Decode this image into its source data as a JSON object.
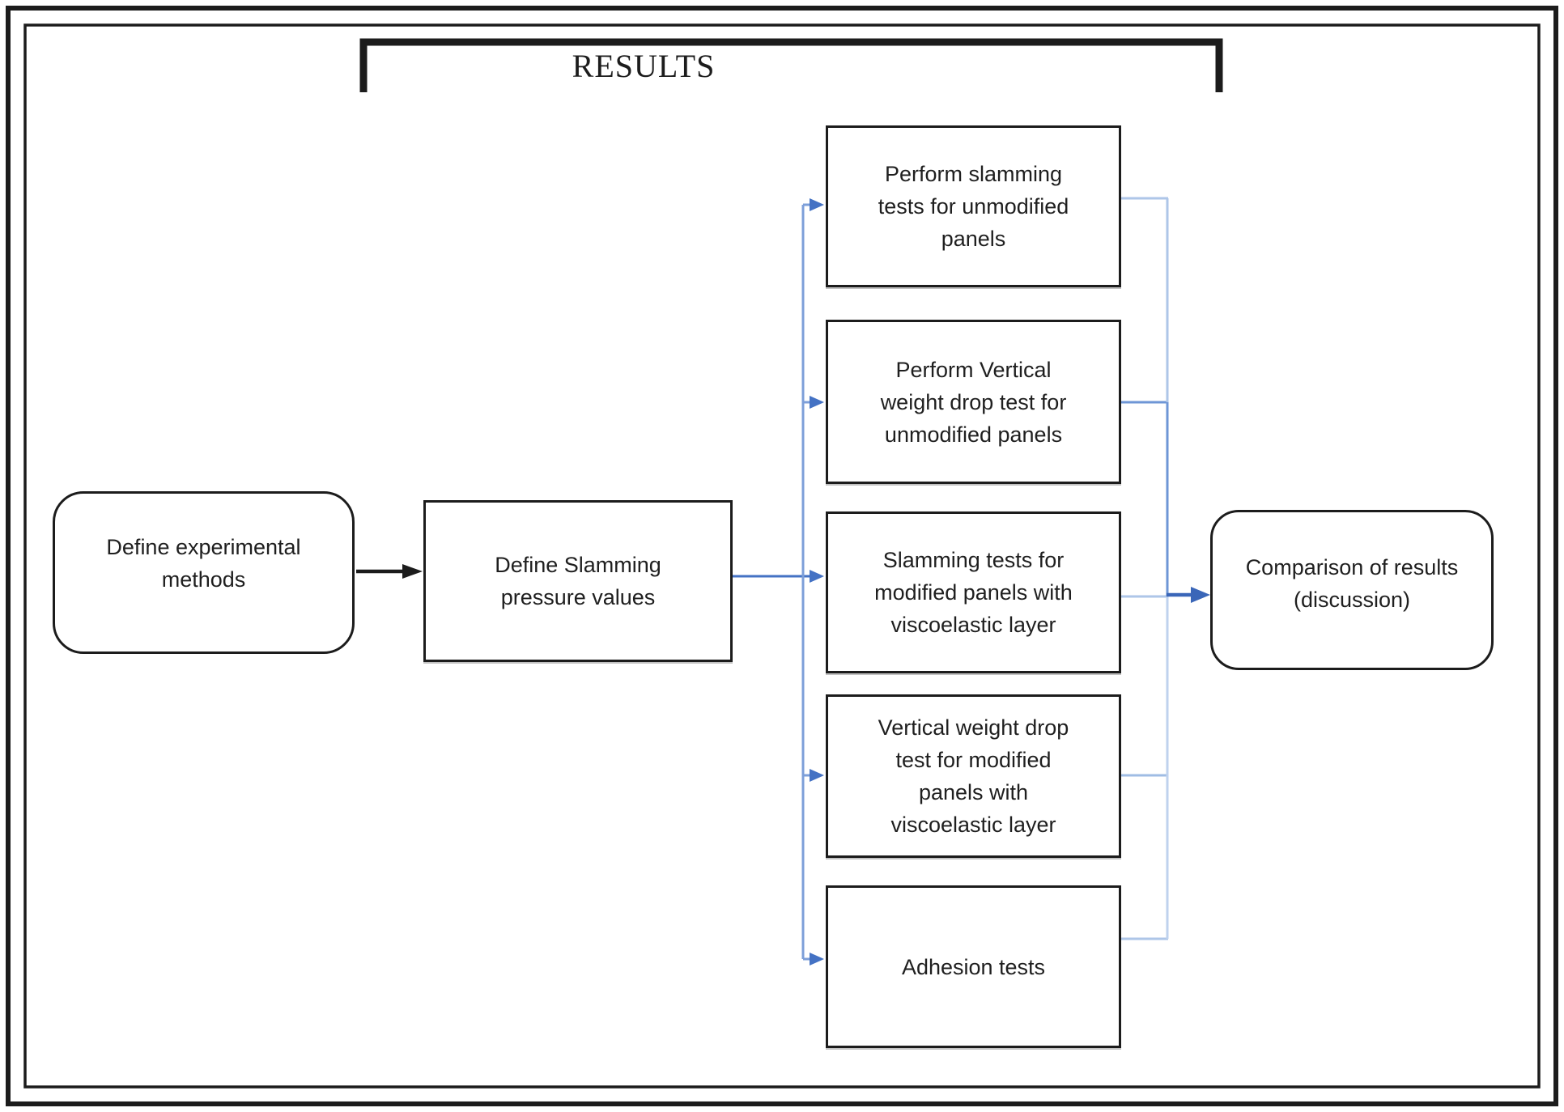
{
  "title": "RESULTS",
  "nodes": {
    "define_methods": {
      "label": [
        "Define experimental",
        "methods"
      ]
    },
    "define_pressure": {
      "label": [
        "Define Slamming",
        "pressure values"
      ]
    },
    "slam_unmodified": {
      "label": [
        "Perform slamming",
        "tests for unmodified",
        "panels"
      ]
    },
    "drop_unmodified": {
      "label": [
        "Perform Vertical",
        "weight drop test for",
        "unmodified panels"
      ]
    },
    "slam_modified": {
      "label": [
        "Slamming tests for",
        "modified panels with",
        "viscoelastic layer"
      ]
    },
    "drop_modified": {
      "label": [
        "Vertical weight drop",
        "test for modified",
        "panels with",
        "viscoelastic layer"
      ]
    },
    "adhesion": {
      "label": [
        "Adhesion tests"
      ]
    },
    "comparison": {
      "label": [
        "Comparison of results",
        "(discussion)"
      ]
    }
  },
  "colors": {
    "black": "#1c1c1c",
    "blue_feed": "#4472c4",
    "blue_arrowhead": "#4472c4",
    "blue_left_line": "#7d9fd9",
    "blue_right_light": "#aec6e8",
    "blue_right_medium": "#6e96d6",
    "blue_right_soft": "#9fbce4",
    "blue_right_pale": "#bfd2ee",
    "blue_final_arrow": "#3a66b8"
  }
}
